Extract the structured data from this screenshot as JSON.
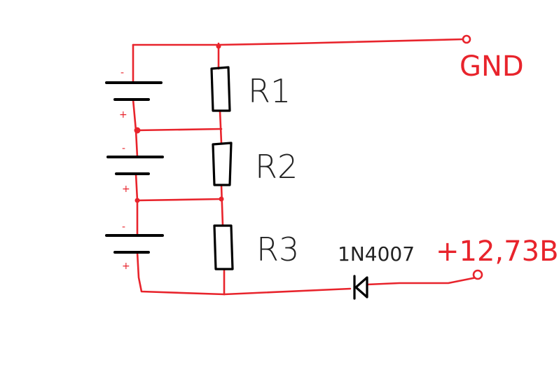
{
  "colors": {
    "wire": "#e8242c",
    "component": "#000000",
    "label": "#222222",
    "background": "#ffffff"
  },
  "labels": {
    "gnd": "GND",
    "supply": "+12,73B",
    "diode": "1N4007",
    "r1": "R1",
    "r2": "R2",
    "r3": "R3"
  },
  "batteries": [
    {
      "minus": "-",
      "plus": "+"
    },
    {
      "minus": "-",
      "plus": "+"
    },
    {
      "minus": "-",
      "plus": "+"
    }
  ]
}
